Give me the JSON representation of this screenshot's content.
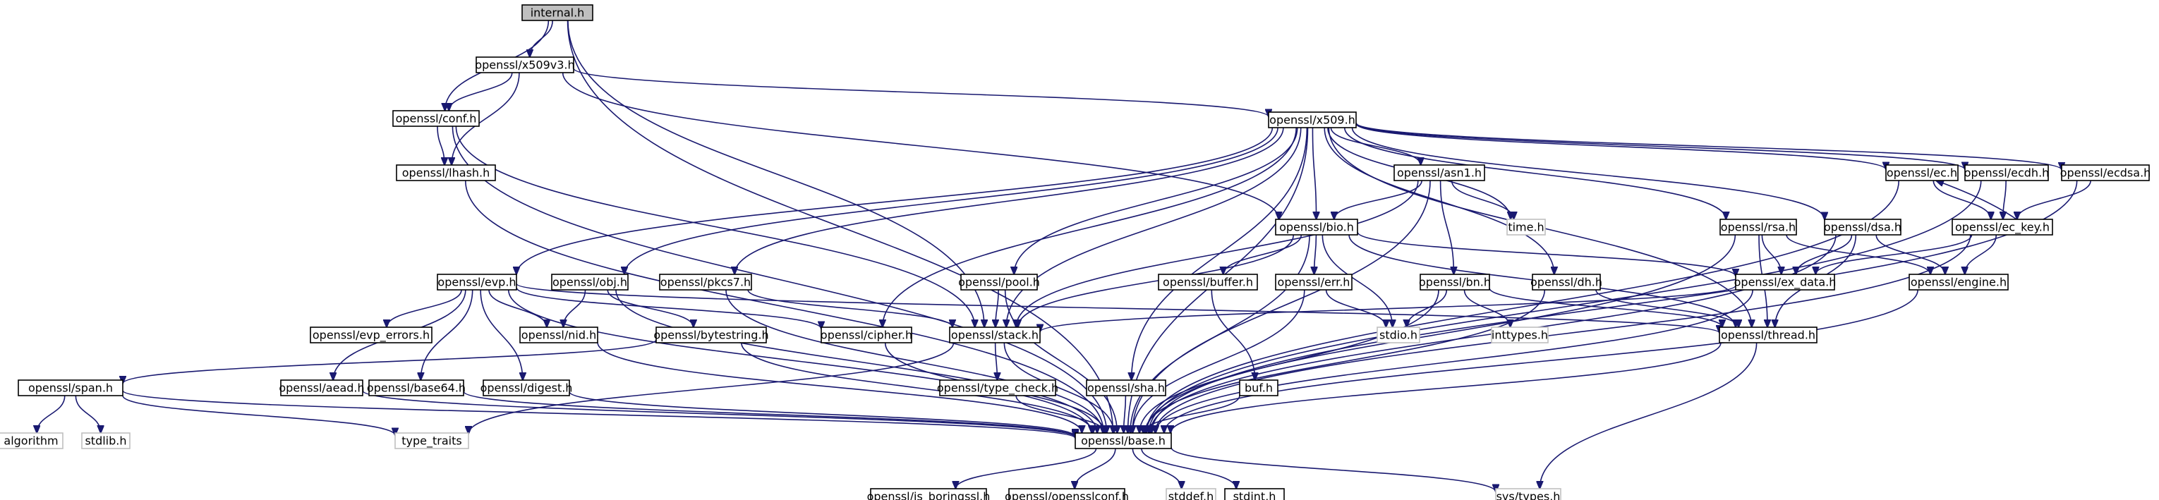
{
  "colors": {
    "edge": "#191970",
    "box_stroke": "#000000",
    "box_stroke_external": "#bfbfbf",
    "box_fill": "#ffffff",
    "box_fill_root": "#bfbfbf",
    "text": "#000000",
    "background": "#ffffff"
  },
  "nodes": [
    {
      "id": "internal",
      "label": "internal.h",
      "kind": "root"
    },
    {
      "id": "x509v3",
      "label": "openssl/x509v3.h",
      "kind": "local"
    },
    {
      "id": "conf",
      "label": "openssl/conf.h",
      "kind": "local"
    },
    {
      "id": "lhash",
      "label": "openssl/lhash.h",
      "kind": "local"
    },
    {
      "id": "x509",
      "label": "openssl/x509.h",
      "kind": "local"
    },
    {
      "id": "asn1",
      "label": "openssl/asn1.h",
      "kind": "local"
    },
    {
      "id": "bio",
      "label": "openssl/bio.h",
      "kind": "local"
    },
    {
      "id": "time",
      "label": "time.h",
      "kind": "system"
    },
    {
      "id": "ec",
      "label": "openssl/ec.h",
      "kind": "local"
    },
    {
      "id": "ecdh",
      "label": "openssl/ecdh.h",
      "kind": "local"
    },
    {
      "id": "ecdsa",
      "label": "openssl/ecdsa.h",
      "kind": "local"
    },
    {
      "id": "eckey",
      "label": "openssl/ec_key.h",
      "kind": "local"
    },
    {
      "id": "rsa",
      "label": "openssl/rsa.h",
      "kind": "local"
    },
    {
      "id": "dsa",
      "label": "openssl/dsa.h",
      "kind": "local"
    },
    {
      "id": "evp",
      "label": "openssl/evp.h",
      "kind": "local"
    },
    {
      "id": "obj",
      "label": "openssl/obj.h",
      "kind": "local"
    },
    {
      "id": "pkcs7",
      "label": "openssl/pkcs7.h",
      "kind": "local"
    },
    {
      "id": "pool",
      "label": "openssl/pool.h",
      "kind": "local"
    },
    {
      "id": "buffer",
      "label": "openssl/buffer.h",
      "kind": "local"
    },
    {
      "id": "err",
      "label": "openssl/err.h",
      "kind": "local"
    },
    {
      "id": "bn",
      "label": "openssl/bn.h",
      "kind": "local"
    },
    {
      "id": "dh",
      "label": "openssl/dh.h",
      "kind": "local"
    },
    {
      "id": "exdata",
      "label": "openssl/ex_data.h",
      "kind": "local"
    },
    {
      "id": "engine",
      "label": "openssl/engine.h",
      "kind": "local"
    },
    {
      "id": "evperrors",
      "label": "openssl/evp_errors.h",
      "kind": "local"
    },
    {
      "id": "nid",
      "label": "openssl/nid.h",
      "kind": "local"
    },
    {
      "id": "bytestring",
      "label": "openssl/bytestring.h",
      "kind": "local"
    },
    {
      "id": "cipher",
      "label": "openssl/cipher.h",
      "kind": "local"
    },
    {
      "id": "stack",
      "label": "openssl/stack.h",
      "kind": "local"
    },
    {
      "id": "stdio",
      "label": "stdio.h",
      "kind": "system"
    },
    {
      "id": "inttypes",
      "label": "inttypes.h",
      "kind": "system"
    },
    {
      "id": "thread",
      "label": "openssl/thread.h",
      "kind": "local"
    },
    {
      "id": "span",
      "label": "openssl/span.h",
      "kind": "local"
    },
    {
      "id": "aead",
      "label": "openssl/aead.h",
      "kind": "local"
    },
    {
      "id": "base64",
      "label": "openssl/base64.h",
      "kind": "local"
    },
    {
      "id": "digest",
      "label": "openssl/digest.h",
      "kind": "local"
    },
    {
      "id": "typecheck",
      "label": "openssl/type_check.h",
      "kind": "local"
    },
    {
      "id": "sha",
      "label": "openssl/sha.h",
      "kind": "local"
    },
    {
      "id": "buf",
      "label": "buf.h",
      "kind": "local"
    },
    {
      "id": "algorithm",
      "label": "algorithm",
      "kind": "system"
    },
    {
      "id": "stdlib",
      "label": "stdlib.h",
      "kind": "system"
    },
    {
      "id": "typetraits",
      "label": "type_traits",
      "kind": "system"
    },
    {
      "id": "base",
      "label": "openssl/base.h",
      "kind": "local"
    },
    {
      "id": "isboringssl",
      "label": "openssl/is_boringssl.h",
      "kind": "local"
    },
    {
      "id": "opensslconf",
      "label": "openssl/opensslconf.h",
      "kind": "local"
    },
    {
      "id": "stddef",
      "label": "stddef.h",
      "kind": "system"
    },
    {
      "id": "stdint",
      "label": "stdint.h",
      "kind": "local"
    },
    {
      "id": "systypes",
      "label": "sys/types.h",
      "kind": "system"
    }
  ],
  "edges": [
    [
      "internal",
      "x509v3"
    ],
    [
      "internal",
      "conf"
    ],
    [
      "internal",
      "stack"
    ],
    [
      "internal",
      "base"
    ],
    [
      "x509v3",
      "conf"
    ],
    [
      "x509v3",
      "lhash"
    ],
    [
      "x509v3",
      "x509"
    ],
    [
      "x509v3",
      "bio"
    ],
    [
      "conf",
      "lhash"
    ],
    [
      "conf",
      "stack"
    ],
    [
      "conf",
      "base"
    ],
    [
      "lhash",
      "base"
    ],
    [
      "x509",
      "asn1"
    ],
    [
      "x509",
      "bio"
    ],
    [
      "x509",
      "time"
    ],
    [
      "x509",
      "ec"
    ],
    [
      "x509",
      "ecdh"
    ],
    [
      "x509",
      "ecdsa"
    ],
    [
      "x509",
      "rsa"
    ],
    [
      "x509",
      "dsa"
    ],
    [
      "x509",
      "evp"
    ],
    [
      "x509",
      "obj"
    ],
    [
      "x509",
      "pkcs7"
    ],
    [
      "x509",
      "pool"
    ],
    [
      "x509",
      "dh"
    ],
    [
      "x509",
      "sha"
    ],
    [
      "x509",
      "cipher"
    ],
    [
      "x509",
      "stack"
    ],
    [
      "x509",
      "thread"
    ],
    [
      "x509",
      "base"
    ],
    [
      "asn1",
      "bio"
    ],
    [
      "asn1",
      "time"
    ],
    [
      "asn1",
      "bn"
    ],
    [
      "asn1",
      "stack"
    ],
    [
      "asn1",
      "base"
    ],
    [
      "bio",
      "buffer"
    ],
    [
      "bio",
      "err"
    ],
    [
      "bio",
      "stdio"
    ],
    [
      "bio",
      "exdata"
    ],
    [
      "bio",
      "thread"
    ],
    [
      "bio",
      "stack"
    ],
    [
      "bio",
      "base"
    ],
    [
      "ec",
      "eckey"
    ],
    [
      "ec",
      "base"
    ],
    [
      "ecdh",
      "eckey"
    ],
    [
      "ecdh",
      "base"
    ],
    [
      "ecdsa",
      "eckey"
    ],
    [
      "ecdsa",
      "base"
    ],
    [
      "eckey",
      "ec"
    ],
    [
      "eckey",
      "engine"
    ],
    [
      "eckey",
      "exdata"
    ],
    [
      "eckey",
      "base"
    ],
    [
      "rsa",
      "engine"
    ],
    [
      "rsa",
      "exdata"
    ],
    [
      "rsa",
      "thread"
    ],
    [
      "rsa",
      "base"
    ],
    [
      "dsa",
      "engine"
    ],
    [
      "dsa",
      "exdata"
    ],
    [
      "dsa",
      "thread"
    ],
    [
      "dsa",
      "base"
    ],
    [
      "evp",
      "evperrors"
    ],
    [
      "evp",
      "nid"
    ],
    [
      "evp",
      "aead"
    ],
    [
      "evp",
      "base64"
    ],
    [
      "evp",
      "digest"
    ],
    [
      "evp",
      "cipher"
    ],
    [
      "evp",
      "thread"
    ],
    [
      "evp",
      "base"
    ],
    [
      "obj",
      "nid"
    ],
    [
      "obj",
      "bytestring"
    ],
    [
      "obj",
      "base"
    ],
    [
      "pkcs7",
      "stack"
    ],
    [
      "pkcs7",
      "base"
    ],
    [
      "pool",
      "stack"
    ],
    [
      "pool",
      "base"
    ],
    [
      "buffer",
      "buf"
    ],
    [
      "err",
      "stdio"
    ],
    [
      "err",
      "base"
    ],
    [
      "bn",
      "stdio"
    ],
    [
      "bn",
      "inttypes"
    ],
    [
      "bn",
      "thread"
    ],
    [
      "bn",
      "base"
    ],
    [
      "dh",
      "thread"
    ],
    [
      "dh",
      "base"
    ],
    [
      "exdata",
      "stack"
    ],
    [
      "exdata",
      "base"
    ],
    [
      "engine",
      "base"
    ],
    [
      "nid",
      "base"
    ],
    [
      "bytestring",
      "span"
    ],
    [
      "bytestring",
      "base"
    ],
    [
      "cipher",
      "base"
    ],
    [
      "stack",
      "typecheck"
    ],
    [
      "stack",
      "typetraits"
    ],
    [
      "stack",
      "base"
    ],
    [
      "thread",
      "systypes"
    ],
    [
      "thread",
      "base"
    ],
    [
      "span",
      "algorithm"
    ],
    [
      "span",
      "stdlib"
    ],
    [
      "span",
      "typetraits"
    ],
    [
      "span",
      "base"
    ],
    [
      "aead",
      "base"
    ],
    [
      "base64",
      "base"
    ],
    [
      "digest",
      "base"
    ],
    [
      "typecheck",
      "base"
    ],
    [
      "sha",
      "base"
    ],
    [
      "buf",
      "base"
    ],
    [
      "base",
      "isboringssl"
    ],
    [
      "base",
      "opensslconf"
    ],
    [
      "base",
      "stddef"
    ],
    [
      "base",
      "stdint"
    ],
    [
      "base",
      "systypes"
    ]
  ]
}
